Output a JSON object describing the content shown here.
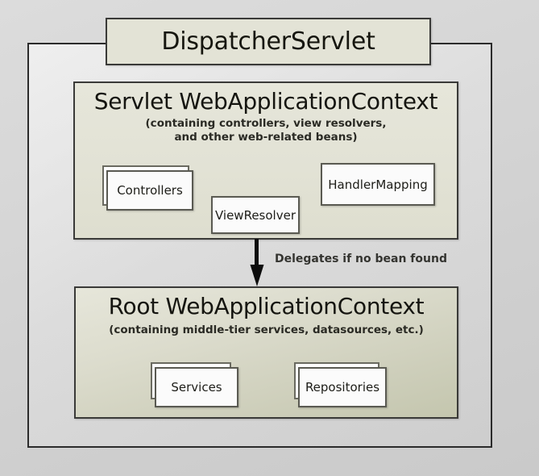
{
  "diagram": {
    "title": "DispatcherServlet",
    "background_color": "#d2d2d2",
    "box_fill_color": "#e3e3d6",
    "box_border_color": "#3a3a38",
    "bean_fill_color": "#fbfbfb"
  },
  "dispatcher": {
    "label": "DispatcherServlet"
  },
  "servlet_context": {
    "heading": "Servlet WebApplicationContext",
    "subtitle_line1": "(containing controllers, view resolvers,",
    "subtitle_line2": "and other web-related beans)",
    "beans": [
      {
        "label": "Controllers",
        "stacked": "true"
      },
      {
        "label": "ViewResolver",
        "stacked": "false"
      },
      {
        "label": "HandlerMapping",
        "stacked": "false"
      }
    ]
  },
  "delegation": {
    "label": "Delegates if no bean found",
    "arrow": "down-arrow-icon"
  },
  "root_context": {
    "heading": "Root WebApplicationContext",
    "subtitle_line1": "(containing middle-tier services, datasources, etc.)",
    "beans": [
      {
        "label": "Services",
        "stacked": "true"
      },
      {
        "label": "Repositories",
        "stacked": "true"
      }
    ]
  }
}
